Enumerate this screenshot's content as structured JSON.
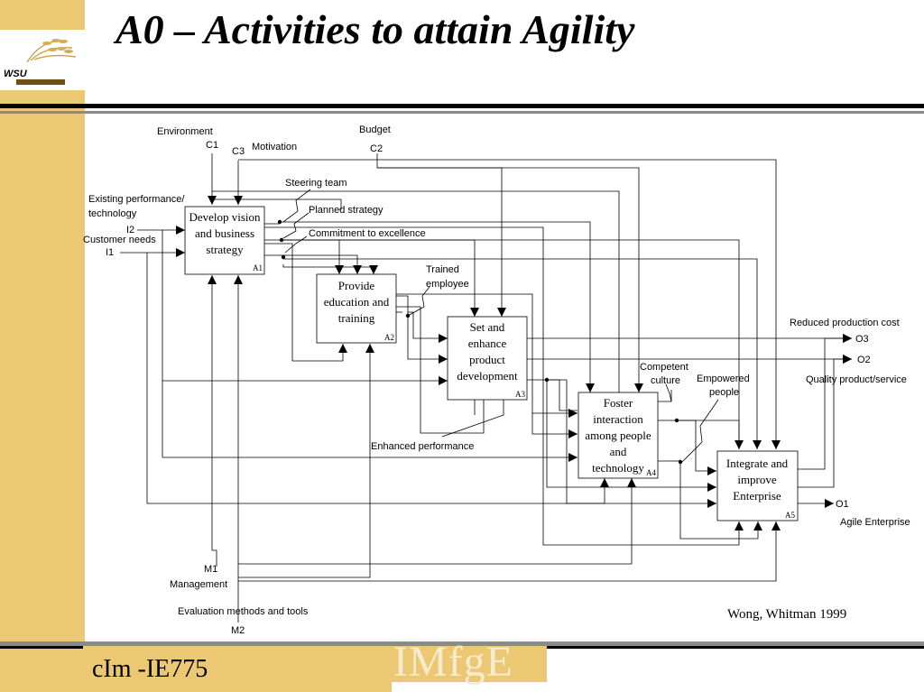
{
  "slide": {
    "title": "A0 – Activities to attain Agility",
    "footer_course": "cIm -IE775",
    "footer_brand": "IMfgE",
    "citation": "Wong, Whitman 1999",
    "logo_text": "WSU"
  },
  "boxes": {
    "a1": {
      "lines": [
        "Develop vision",
        "and business",
        "strategy"
      ],
      "id": "A1"
    },
    "a2": {
      "lines": [
        "Provide",
        "education and",
        "training"
      ],
      "id": "A2"
    },
    "a3": {
      "lines": [
        "Set and",
        "enhance",
        "product",
        "development"
      ],
      "id": "A3"
    },
    "a4": {
      "lines": [
        "Foster",
        "interaction",
        "among people",
        "and",
        "technology"
      ],
      "id": "A4"
    },
    "a5": {
      "lines": [
        "Integrate and",
        "improve",
        "Enterprise"
      ],
      "id": "A5"
    }
  },
  "labels": {
    "environment": "Environment",
    "c1": "C1",
    "c3": "C3",
    "motivation": "Motivation",
    "budget": "Budget",
    "c2": "C2",
    "steering": "Steering team",
    "existing1": "Existing performance/",
    "existing2": "technology",
    "i2": "I2",
    "customer": "Customer needs",
    "i1": "I1",
    "planned": "Planned strategy",
    "commitment": "Commitment to excellence",
    "trained1": "Trained",
    "trained2": "employee",
    "reduced": "Reduced production cost",
    "o3": "O3",
    "o2": "O2",
    "quality": "Quality product/service",
    "competent1": "Competent",
    "competent2": "culture",
    "empowered1": "Empowered",
    "empowered2": "people",
    "enhanced": "Enhanced performance",
    "o1": "O1",
    "agile": "Agile Enterprise",
    "m1": "M1",
    "management": "Management",
    "evaluation": "Evaluation methods and tools",
    "m2": "M2"
  }
}
